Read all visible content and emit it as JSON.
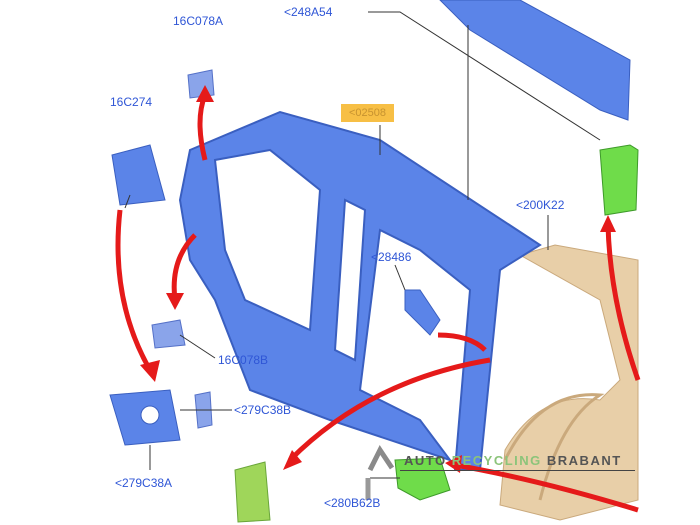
{
  "labels": {
    "l1": "16C078A",
    "l2": "<248A54",
    "l3": "16C274",
    "l4": "<02508",
    "l5": "<200K22",
    "l6": "<28486",
    "l7": "16C078B",
    "l8": "<279C38B",
    "l9": "<279C38A",
    "l10": "<280B62B"
  },
  "watermark": {
    "part1": "AUTO ",
    "part2": "RECYCLING ",
    "part3": "BRABANT"
  },
  "colors": {
    "frame": "#5b84e8",
    "panel": "#e8cfa8",
    "green": "#6fdc4a",
    "arrow": "#e51a1a",
    "label": "#2f56d6"
  }
}
